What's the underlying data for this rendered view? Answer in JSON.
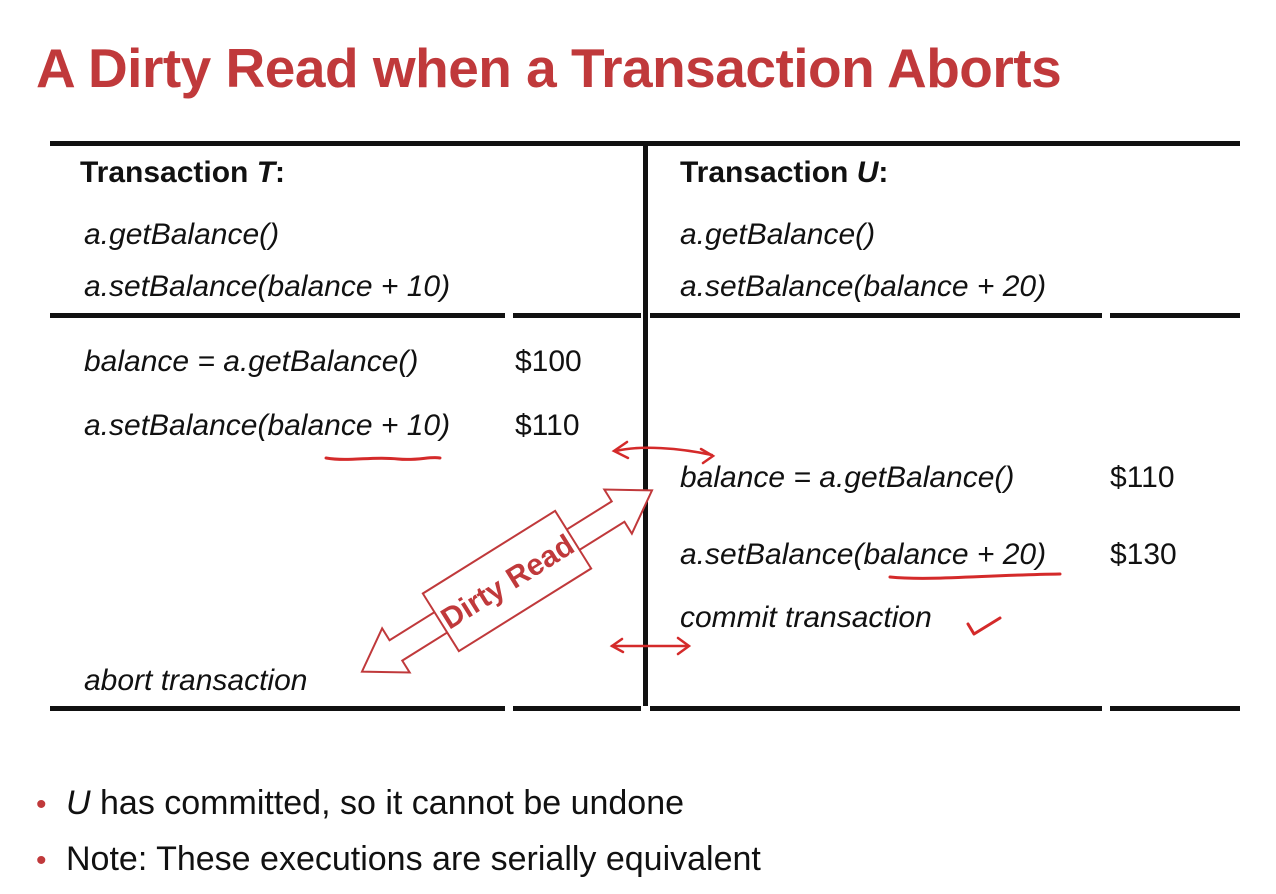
{
  "title": "A Dirty Read when a Transaction Aborts",
  "transaction_t": {
    "heading_prefix": "Transaction ",
    "heading_name": "T",
    "heading_suffix": ":",
    "summary": [
      "a.getBalance()",
      "a.setBalance(balance + 10)"
    ],
    "steps": [
      {
        "op": "balance = a.getBalance()",
        "value": "$100"
      },
      {
        "op": "a.setBalance(balance + 10)",
        "value": "$110"
      },
      {
        "op": "abort transaction",
        "value": ""
      }
    ]
  },
  "transaction_u": {
    "heading_prefix": "Transaction ",
    "heading_name": "U",
    "heading_suffix": ":",
    "summary": [
      "a.getBalance()",
      "a.setBalance(balance + 20)"
    ],
    "steps": [
      {
        "op": "balance = a.getBalance()",
        "value": "$110"
      },
      {
        "op": "a.setBalance(balance + 20)",
        "value": "$130"
      },
      {
        "op": "commit transaction",
        "value": ""
      }
    ]
  },
  "annotation": {
    "label": "Dirty Read"
  },
  "bullets": [
    {
      "emph": "U",
      "text": " has committed, so it cannot be undone"
    },
    {
      "emph": "",
      "text": "Note: These executions are serially equivalent"
    }
  ],
  "colors": {
    "accent": "#c0393b",
    "ink": "#111111",
    "pen": "#d42a2a"
  }
}
